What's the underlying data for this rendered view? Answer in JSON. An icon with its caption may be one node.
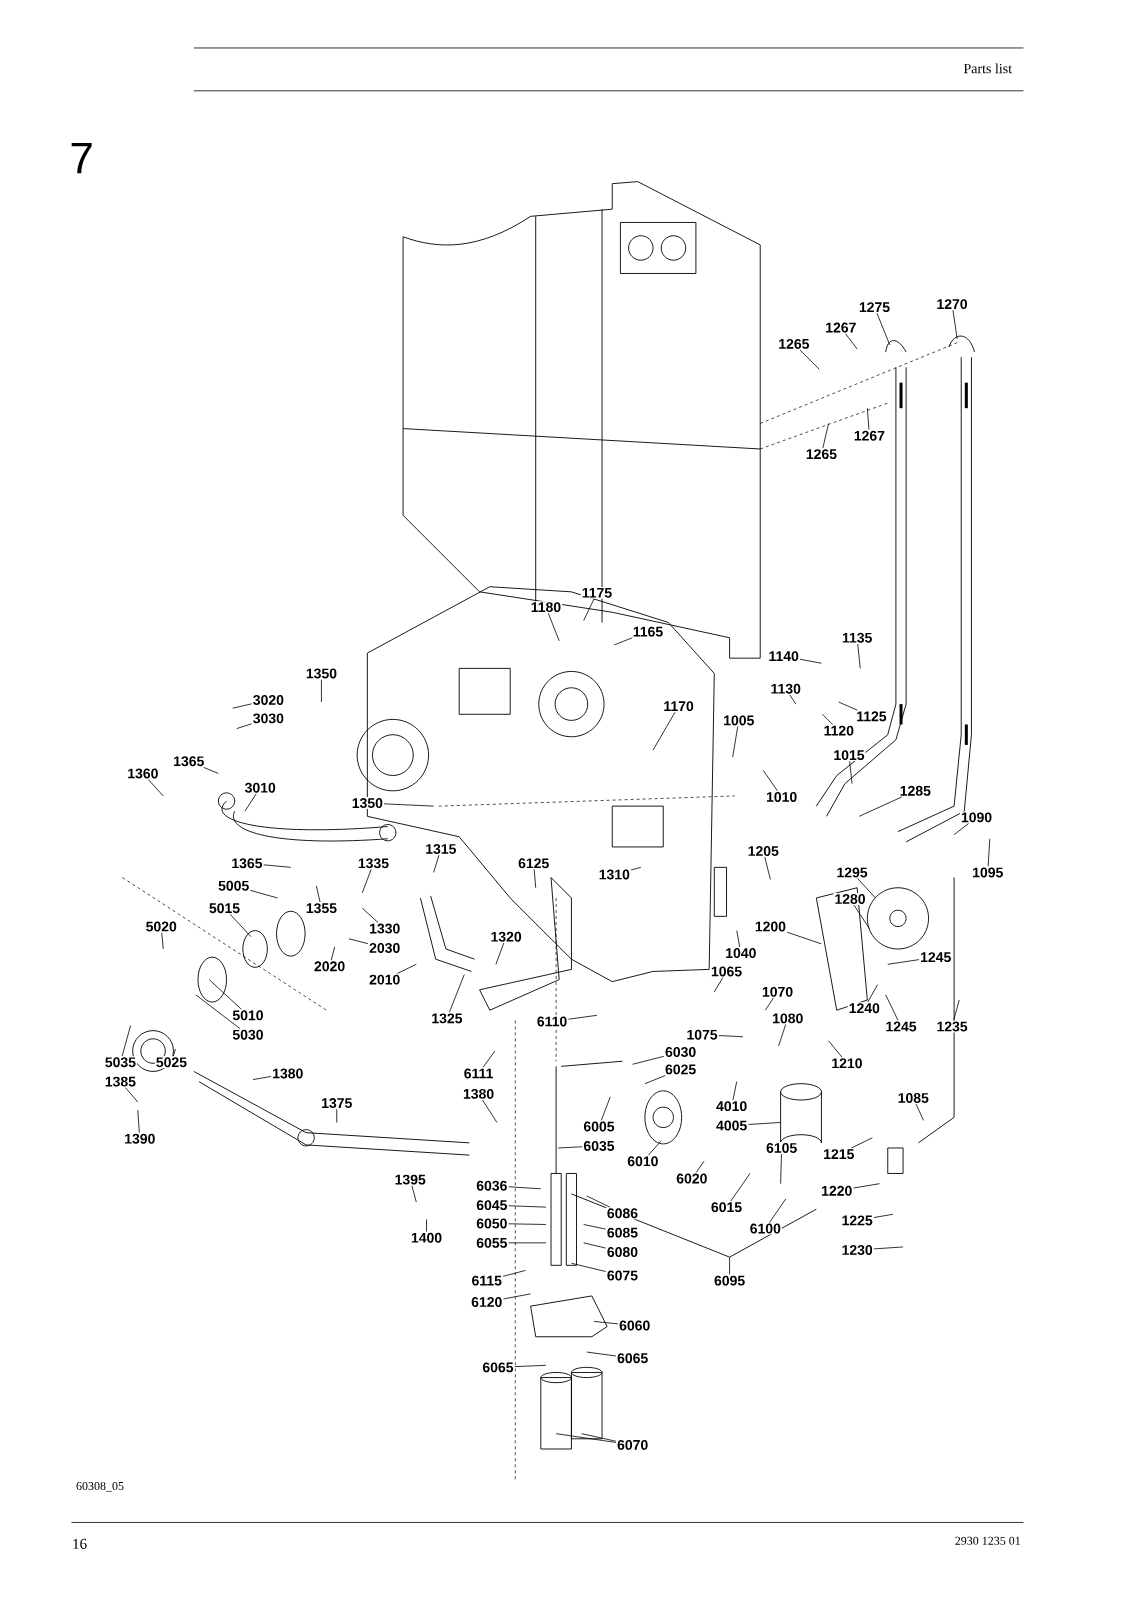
{
  "diagram": {
    "nodes": [
      {
        "text": [
          "1275"
        ]
      },
      {
        "text": [
          "1270"
        ]
      },
      {
        "text": [
          "1267"
        ]
      },
      {
        "text": [
          "1265"
        ]
      },
      {
        "text": [
          "1265"
        ]
      },
      {
        "text": [
          "1267"
        ]
      },
      {
        "text": [
          "1175"
        ]
      },
      {
        "text": [
          "1180"
        ]
      },
      {
        "text": [
          "1165"
        ]
      },
      {
        "text": [
          "1135"
        ]
      },
      {
        "text": [
          "1140"
        ]
      },
      {
        "text": [
          "1130"
        ]
      },
      {
        "text": [
          "1125"
        ]
      },
      {
        "text": [
          "1120"
        ]
      },
      {
        "text": [
          "1015"
        ]
      },
      {
        "text": [
          "1005"
        ]
      },
      {
        "text": [
          "1170"
        ]
      },
      {
        "text": [
          "1010"
        ]
      },
      {
        "text": [
          "1285"
        ]
      },
      {
        "text": [
          "1350"
        ]
      },
      {
        "text": [
          "3020"
        ]
      },
      {
        "text": [
          "3030"
        ]
      },
      {
        "text": [
          "1365"
        ]
      },
      {
        "text": [
          "1360"
        ]
      },
      {
        "text": [
          "3010"
        ]
      },
      {
        "text": [
          "1350"
        ]
      },
      {
        "text": [
          "1090"
        ]
      },
      {
        "text": [
          "1095"
        ]
      },
      {
        "text": [
          "1205"
        ]
      },
      {
        "text": [
          "1295"
        ]
      },
      {
        "text": [
          "1280"
        ]
      },
      {
        "text": [
          "1365"
        ]
      },
      {
        "text": [
          "1315"
        ]
      },
      {
        "text": [
          "1335"
        ]
      },
      {
        "text": [
          "6125"
        ]
      },
      {
        "text": [
          "1310"
        ]
      },
      {
        "text": [
          "5005"
        ]
      },
      {
        "text": [
          "5015"
        ]
      },
      {
        "text": [
          "1355"
        ]
      },
      {
        "text": [
          "1330"
        ]
      },
      {
        "text": [
          "2030"
        ]
      },
      {
        "text": [
          "2020"
        ]
      },
      {
        "text": [
          "2010"
        ]
      },
      {
        "text": [
          "5020"
        ]
      },
      {
        "text": [
          "1320"
        ]
      },
      {
        "text": [
          "1200"
        ]
      },
      {
        "text": [
          "1040"
        ]
      },
      {
        "text": [
          "1245"
        ]
      },
      {
        "text": [
          "1065"
        ]
      },
      {
        "text": [
          "1070"
        ]
      },
      {
        "text": [
          "1240"
        ]
      },
      {
        "text": [
          "1245"
        ]
      },
      {
        "text": [
          "1235"
        ]
      },
      {
        "text": [
          "1080"
        ]
      },
      {
        "text": [
          "1075"
        ]
      },
      {
        "text": [
          "1210"
        ]
      },
      {
        "text": [
          "5010"
        ]
      },
      {
        "text": [
          "5030"
        ]
      },
      {
        "text": [
          "1325"
        ]
      },
      {
        "text": [
          "6110"
        ]
      },
      {
        "text": [
          "5035"
        ]
      },
      {
        "text": [
          "5025"
        ]
      },
      {
        "text": [
          "1380"
        ]
      },
      {
        "text": [
          "1385"
        ]
      },
      {
        "text": [
          "1390"
        ]
      },
      {
        "text": [
          "1375"
        ]
      },
      {
        "text": [
          "6111"
        ]
      },
      {
        "text": [
          "1380"
        ]
      },
      {
        "text": [
          "6030"
        ]
      },
      {
        "text": [
          "6025"
        ]
      },
      {
        "text": [
          "4010"
        ]
      },
      {
        "text": [
          "4005"
        ]
      },
      {
        "text": [
          "1085"
        ]
      },
      {
        "text": [
          "6005"
        ]
      },
      {
        "text": [
          "6035"
        ]
      },
      {
        "text": [
          "1215"
        ]
      },
      {
        "text": [
          "6105"
        ]
      },
      {
        "text": [
          "6010"
        ]
      },
      {
        "text": [
          "6020"
        ]
      },
      {
        "text": [
          "1220"
        ]
      },
      {
        "text": [
          "6015"
        ]
      },
      {
        "text": [
          "6100"
        ]
      },
      {
        "text": [
          "1225"
        ]
      },
      {
        "text": [
          "1230"
        ]
      },
      {
        "text": [
          "6095"
        ]
      },
      {
        "text": [
          "1395"
        ]
      },
      {
        "text": [
          "1400"
        ]
      },
      {
        "text": [
          "6036"
        ]
      },
      {
        "text": [
          "6045"
        ]
      },
      {
        "text": [
          "6050"
        ]
      },
      {
        "text": [
          "6055"
        ]
      },
      {
        "text": [
          "6086"
        ]
      },
      {
        "text": [
          "6085"
        ]
      },
      {
        "text": [
          "6080"
        ]
      },
      {
        "text": [
          "6075"
        ]
      },
      {
        "text": [
          "6115"
        ]
      },
      {
        "text": [
          "6120"
        ]
      },
      {
        "text": [
          "6060"
        ]
      },
      {
        "text": [
          "6065"
        ]
      },
      {
        "text": [
          "6065"
        ]
      },
      {
        "text": [
          "6070"
        ]
      }
    ],
    "edges": [
      {
        "from": 0,
        "to": null,
        "arrow": "none"
      },
      {
        "from": 1,
        "to": null,
        "arrow": "none"
      },
      {
        "from": 2,
        "to": null,
        "arrow": "none"
      },
      {
        "from": 3,
        "to": null,
        "arrow": "none"
      },
      {
        "from": 4,
        "to": null,
        "arrow": "none"
      },
      {
        "from": 5,
        "to": null,
        "arrow": "none"
      },
      {
        "from": 6,
        "to": null,
        "arrow": "none"
      },
      {
        "from": 7,
        "to": null,
        "arrow": "none"
      },
      {
        "from": 8,
        "to": null,
        "arrow": "none"
      },
      {
        "from": 9,
        "to": null,
        "arrow": "none"
      },
      {
        "from": 10,
        "to": null,
        "arrow": "none"
      },
      {
        "from": 11,
        "to": null,
        "arrow": "none"
      },
      {
        "from": 12,
        "to": null,
        "arrow": "none"
      },
      {
        "from": 13,
        "to": null,
        "arrow": "none"
      },
      {
        "from": 14,
        "to": null,
        "arrow": "none"
      },
      {
        "from": 15,
        "to": null,
        "arrow": "none"
      },
      {
        "from": 16,
        "to": null,
        "arrow": "none"
      },
      {
        "from": 17,
        "to": null,
        "arrow": "none"
      },
      {
        "from": 18,
        "to": null,
        "arrow": "none"
      },
      {
        "from": 19,
        "to": null,
        "arrow": "none"
      },
      {
        "from": 20,
        "to": null,
        "arrow": "none"
      },
      {
        "from": 21,
        "to": null,
        "arrow": "none"
      },
      {
        "from": 22,
        "to": null,
        "arrow": "none"
      },
      {
        "from": 23,
        "to": null,
        "arrow": "none"
      },
      {
        "from": 24,
        "to": null,
        "arrow": "none"
      },
      {
        "from": 25,
        "to": null,
        "arrow": "none"
      },
      {
        "from": 26,
        "to": null,
        "arrow": "none"
      },
      {
        "from": 27,
        "to": null,
        "arrow": "none"
      },
      {
        "from": 28,
        "to": null,
        "arrow": "none"
      },
      {
        "from": 29,
        "to": null,
        "arrow": "none"
      },
      {
        "from": 30,
        "to": null,
        "arrow": "none"
      },
      {
        "from": 31,
        "to": null,
        "arrow": "none"
      },
      {
        "from": 32,
        "to": null,
        "arrow": "none"
      },
      {
        "from": 33,
        "to": null,
        "arrow": "none"
      },
      {
        "from": 34,
        "to": null,
        "arrow": "none"
      },
      {
        "from": 35,
        "to": null,
        "arrow": "none"
      },
      {
        "from": 36,
        "to": null,
        "arrow": "none"
      },
      {
        "from": 37,
        "to": null,
        "arrow": "none"
      },
      {
        "from": 38,
        "to": null,
        "arrow": "none"
      },
      {
        "from": 39,
        "to": null,
        "arrow": "none"
      },
      {
        "from": 40,
        "to": null,
        "arrow": "none"
      },
      {
        "from": 41,
        "to": null,
        "arrow": "none"
      },
      {
        "from": 42,
        "to": null,
        "arrow": "none"
      },
      {
        "from": 43,
        "to": null,
        "arrow": "none"
      },
      {
        "from": 44,
        "to": null,
        "arrow": "none"
      },
      {
        "from": 45,
        "to": null,
        "arrow": "none"
      },
      {
        "from": 46,
        "to": null,
        "arrow": "none"
      },
      {
        "from": 47,
        "to": null,
        "arrow": "none"
      },
      {
        "from": 48,
        "to": null,
        "arrow": "none"
      },
      {
        "from": 49,
        "to": null,
        "arrow": "none"
      },
      {
        "from": 50,
        "to": null,
        "arrow": "none"
      },
      {
        "from": 51,
        "to": null,
        "arrow": "none"
      },
      {
        "from": 52,
        "to": null,
        "arrow": "none"
      },
      {
        "from": 53,
        "to": null,
        "arrow": "none"
      },
      {
        "from": 54,
        "to": null,
        "arrow": "none"
      },
      {
        "from": 55,
        "to": null,
        "arrow": "none"
      },
      {
        "from": 56,
        "to": null,
        "arrow": "none"
      },
      {
        "from": 57,
        "to": null,
        "arrow": "none"
      },
      {
        "from": 58,
        "to": null,
        "arrow": "none"
      },
      {
        "from": 59,
        "to": null,
        "arrow": "none"
      },
      {
        "from": 60,
        "to": null,
        "arrow": "none"
      },
      {
        "from": 61,
        "to": null,
        "arrow": "none"
      },
      {
        "from": 62,
        "to": null,
        "arrow": "none"
      },
      {
        "from": 63,
        "to": null,
        "arrow": "none"
      },
      {
        "from": 64,
        "to": null,
        "arrow": "none"
      },
      {
        "from": 65,
        "to": null,
        "arrow": "none"
      },
      {
        "from": 66,
        "to": null,
        "arrow": "none"
      },
      {
        "from": 67,
        "to": null,
        "arrow": "none"
      },
      {
        "from": 68,
        "to": null,
        "arrow": "none"
      },
      {
        "from": 69,
        "to": null,
        "arrow": "none"
      },
      {
        "from": 70,
        "to": null,
        "arrow": "none"
      },
      {
        "from": 71,
        "to": null,
        "arrow": "none"
      },
      {
        "from": 72,
        "to": null,
        "arrow": "none"
      },
      {
        "from": 73,
        "to": null,
        "arrow": "none"
      },
      {
        "from": 74,
        "to": null,
        "arrow": "none"
      },
      {
        "from": 75,
        "to": null,
        "arrow": "none"
      },
      {
        "from": 76,
        "to": null,
        "arrow": "none"
      },
      {
        "from": 77,
        "to": null,
        "arrow": "none"
      },
      {
        "from": 78,
        "to": null,
        "arrow": "none"
      },
      {
        "from": 79,
        "to": null,
        "arrow": "none"
      },
      {
        "from": 80,
        "to": null,
        "arrow": "none"
      },
      {
        "from": 81,
        "to": null,
        "arrow": "none"
      },
      {
        "from": 82,
        "to": null,
        "arrow": "none"
      },
      {
        "from": 83,
        "to": null,
        "arrow": "none"
      },
      {
        "from": 84,
        "to": null,
        "arrow": "none"
      },
      {
        "from": 85,
        "to": null,
        "arrow": "none"
      },
      {
        "from": 86,
        "to": null,
        "arrow": "none"
      },
      {
        "from": 87,
        "to": null,
        "arrow": "none"
      },
      {
        "from": 88,
        "to": null,
        "arrow": "none"
      },
      {
        "from": 89,
        "to": null,
        "arrow": "none"
      },
      {
        "from": 90,
        "to": null,
        "arrow": "none"
      },
      {
        "from": 91,
        "to": null,
        "arrow": "none"
      },
      {
        "from": 92,
        "to": null,
        "arrow": "none"
      },
      {
        "from": 93,
        "to": null,
        "arrow": "none"
      },
      {
        "from": 94,
        "to": null,
        "arrow": "none"
      },
      {
        "from": 95,
        "to": null,
        "arrow": "none"
      },
      {
        "from": 96,
        "to": null,
        "arrow": "none"
      },
      {
        "from": 97,
        "to": null,
        "arrow": "none"
      },
      {
        "from": 98,
        "to": null,
        "arrow": "none"
      },
      {
        "from": 99,
        "to": null,
        "arrow": "none"
      },
      {
        "from": 100,
        "to": null,
        "arrow": "none"
      },
      {
        "from": 100,
        "to": null,
        "arrow": "none"
      }
    ],
    "labels": [
      "Parts list",
      "7",
      "60308_05",
      "16",
      "2930 1235 01"
    ]
  }
}
